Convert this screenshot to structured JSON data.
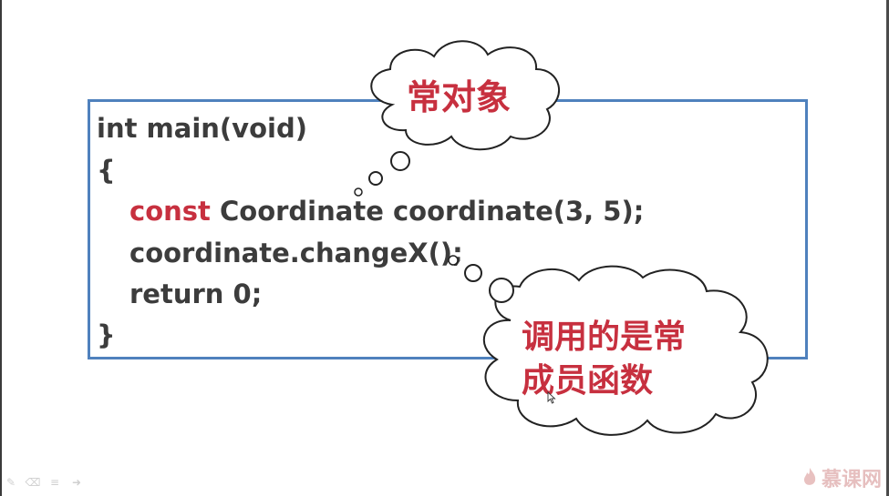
{
  "code": {
    "line1": "int main(void)",
    "line2": "{",
    "line3_keyword": "const",
    "line3_rest": " Coordinate coordinate(3, 5);",
    "line4": "coordinate.changeX();",
    "line5": "return 0;",
    "line6": "}"
  },
  "callouts": {
    "top_cloud": "常对象",
    "bottom_cloud_line1": "调用的是常",
    "bottom_cloud_line2": "成员函数"
  },
  "watermark": {
    "text": "慕课网"
  },
  "toolbar": {
    "icons": [
      "pen-icon",
      "eraser-icon",
      "menu-icon",
      "next-arrow-icon"
    ]
  },
  "colors": {
    "border": "#4f81bd",
    "keyword": "#c7303f",
    "code_text": "#3c3c3c",
    "callout_text": "#c7303f"
  }
}
